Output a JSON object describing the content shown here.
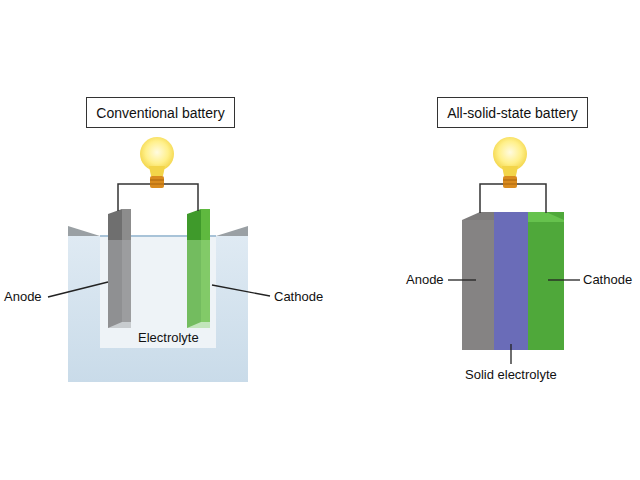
{
  "diagram": {
    "nodes": [
      {
        "text": [
          "Conventional battery"
        ]
      },
      {
        "text": [
          "All-solid-state battery"
        ]
      }
    ],
    "labels": [
      "Anode",
      "Cathode",
      "Electrolyte",
      "Anode",
      "Cathode",
      "Solid electrolyte"
    ]
  }
}
